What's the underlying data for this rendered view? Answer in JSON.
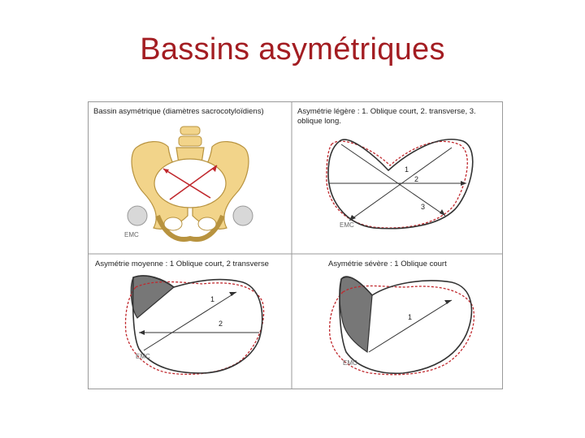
{
  "title": "Bassins asymétriques",
  "panels": {
    "top_left": {
      "label": "Bassin asymétrique (diamètres sacrocotyloïdiens)",
      "watermark": "EMC"
    },
    "top_right": {
      "label": "Asymétrie légère : 1. Oblique court, 2. transverse, 3. oblique  long.",
      "markers": [
        "1",
        "2",
        "3"
      ],
      "watermark": "EMC"
    },
    "bottom_left": {
      "label": "Asymétrie moyenne : 1 Oblique court, 2 transverse",
      "markers": [
        "1",
        "2"
      ],
      "watermark": "EMC"
    },
    "bottom_right": {
      "label": "Asymétrie sévère : 1 Oblique court",
      "markers": [
        "1"
      ],
      "watermark": "EMC"
    }
  },
  "colors": {
    "title": "#a31d22",
    "outline": "#333333",
    "dashed": "#c0282d",
    "bone": "#f2d48a",
    "shade": "#777777"
  }
}
